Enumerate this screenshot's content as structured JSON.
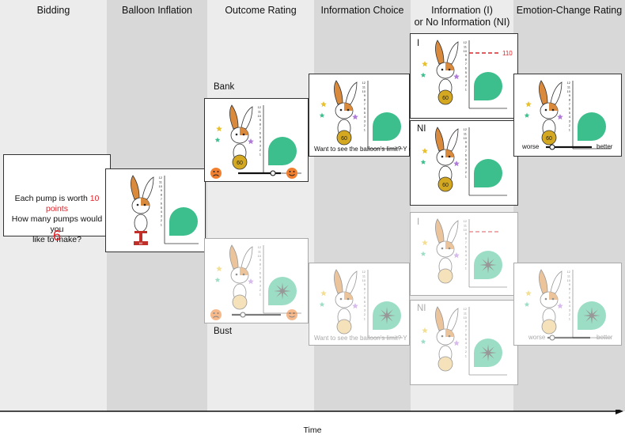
{
  "columns": [
    {
      "id": "bidding",
      "title": "Bidding"
    },
    {
      "id": "inflation",
      "title": "Balloon Inflation"
    },
    {
      "id": "outcome",
      "title": "Outcome Rating"
    },
    {
      "id": "choice",
      "title": "Information Choice"
    },
    {
      "id": "info",
      "title": "Information (I)\nor No Information (NI)"
    },
    {
      "id": "emotion",
      "title": "Emotion-Change Rating"
    }
  ],
  "bidding": {
    "line1_prefix": "Each pump is worth ",
    "line1_points": "10 points",
    "line2": "How many pumps would you",
    "line3": "like to make?",
    "pump_count": "6"
  },
  "outcome": {
    "bank_label": "Bank",
    "bust_label": "Bust"
  },
  "choice": {
    "question": "Want to see the balloon's limit? Y or N"
  },
  "info": {
    "i_label": "I",
    "ni_label": "NI",
    "limit_value": "110"
  },
  "emotion": {
    "worse": "worse",
    "better": "better"
  },
  "rabbit": {
    "bag_value": "60",
    "base_value": "60"
  },
  "scale_ticks": [
    "12",
    "11",
    "10",
    "9",
    "8",
    "7",
    "6",
    "5",
    "4",
    "3",
    "2",
    "1"
  ],
  "time_label": "Time",
  "colors": {
    "balloon": "#3cbf8c",
    "red": "#e0242a",
    "orange": "#f08030",
    "col_light": "#ececec",
    "col_dark": "#d6d6d6"
  }
}
